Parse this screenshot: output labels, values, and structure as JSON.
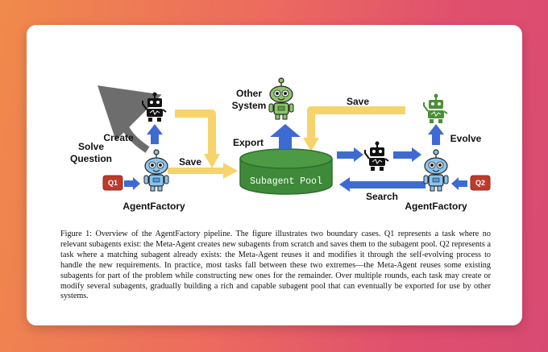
{
  "figure": {
    "labels": {
      "other_system": "Other\nSystem",
      "save_right": "Save",
      "create": "Create",
      "solve_question": "Solve\nQuestion",
      "save_left": "Save",
      "export": "Export",
      "evolve": "Evolve",
      "search": "Search",
      "agent_factory_left": "AgentFactory",
      "agent_factory_right": "AgentFactory",
      "pool": "Subagent Pool",
      "q1": "Q1",
      "q2": "Q2"
    },
    "colors": {
      "blue_arrow": "#3e6bd1",
      "yellow_arrow": "#f6d36b",
      "pool_green": "#3e8a3a",
      "robot_blue": "#8cc4ee",
      "robot_green": "#8cc46b",
      "q_badge": "#c0392b"
    }
  },
  "caption": "Figure 1: Overview of the AgentFactory pipeline. The figure illustrates two boundary cases. Q1 represents a task where no relevant subagents exist: the Meta-Agent creates new subagents from scratch and saves them to the subagent pool. Q2 represents a task where a matching subagent already exists: the Meta-Agent reuses it and modifies it through the self-evolving process to handle the new requirements. In practice, most tasks fall between these two extremes—the Meta-Agent reuses some existing subagents for part of the problem while constructing new ones for the remainder. Over multiple rounds, each task may create or modify several subagents, gradually building a rich and capable subagent pool that can eventually be exported for use by other systems."
}
